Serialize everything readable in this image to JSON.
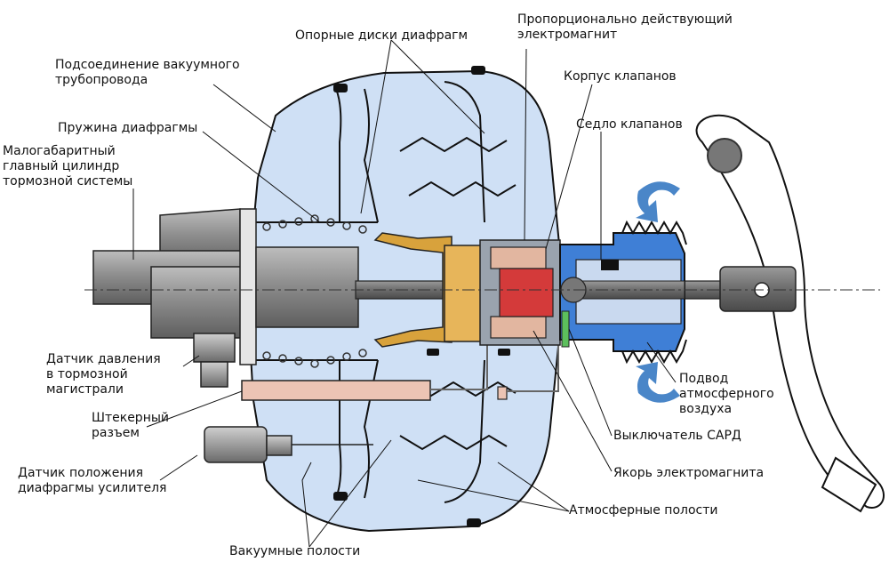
{
  "labels": {
    "vacuum_line_connection": [
      "Подсоединение вакуумного",
      "трубопровода"
    ],
    "diaphragm_spring": "Пружина диафрагмы",
    "master_cylinder": [
      "Малогабаритный",
      "главный цилиндр",
      "тормозной системы"
    ],
    "pressure_sensor": [
      "Датчик давления",
      "в тормозной",
      "магистрали"
    ],
    "plug_connector": [
      "Штекерный",
      "разъем"
    ],
    "diaphragm_position_sensor": [
      "Датчик положения",
      "диафрагмы усилителя"
    ],
    "vacuum_chambers": "Вакуумные полости",
    "diaphragm_support_discs": "Опорные диски диафрагм",
    "proportional_electromagnet": [
      "Пропорционально действующий",
      "электромагнит"
    ],
    "valve_body": "Корпус клапанов",
    "valve_seat": "Седло клапанов",
    "atmospheric_air_inlet": [
      "Подвод",
      "атмосферного",
      "воздуха"
    ],
    "sard_switch": "Выключатель САРД",
    "electromagnet_armature": "Якорь электромагнита",
    "atmospheric_chambers": "Атмосферные полости"
  },
  "colors": {
    "housing": "#cfe0f5",
    "outline": "#111111",
    "diaphragm_gold": "#d8a23c",
    "coil_red": "#d43a3a",
    "coil_winding": "#e2b6a0",
    "cylinder_gray": "#8c8c8c",
    "valve_blue": "#3f7fd6",
    "connector_pink": "#ecc4b4",
    "pedal_white": "#ffffff"
  }
}
